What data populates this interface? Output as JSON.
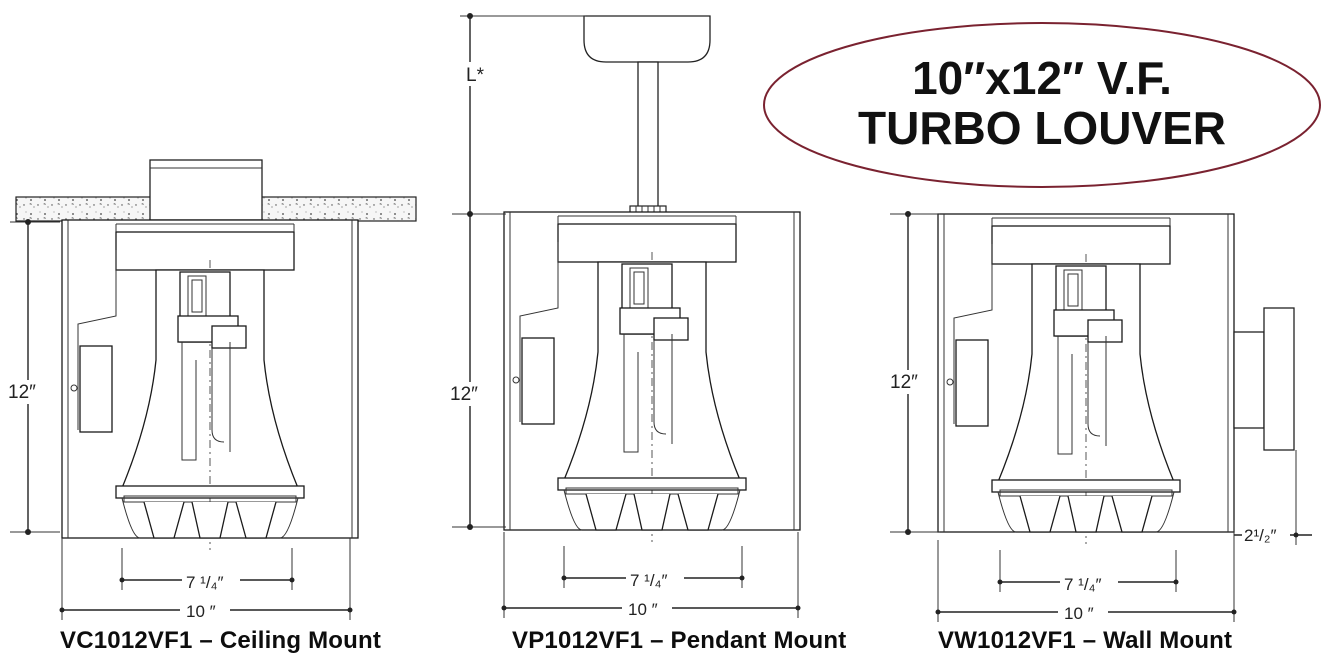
{
  "title": {
    "line1": "10″x12″ V.F.",
    "line2": "TURBO LOUVER",
    "oval_color": "#7a2230"
  },
  "dimensions": {
    "height": "12″",
    "inner_width": "7 ¹/₄″",
    "outer_width": "10 ″",
    "pendant_length": "L*",
    "wall_offset": "2¹/₂″"
  },
  "views": [
    {
      "model": "VC1012VF1",
      "mount": "Ceiling Mount",
      "caption": "VC1012VF1 – Ceiling Mount"
    },
    {
      "model": "VP1012VF1",
      "mount": "Pendant Mount",
      "caption": "VP1012VF1 – Pendant Mount"
    },
    {
      "model": "VW1012VF1",
      "mount": "Wall Mount",
      "caption": "VW1012VF1 – Wall Mount"
    }
  ]
}
